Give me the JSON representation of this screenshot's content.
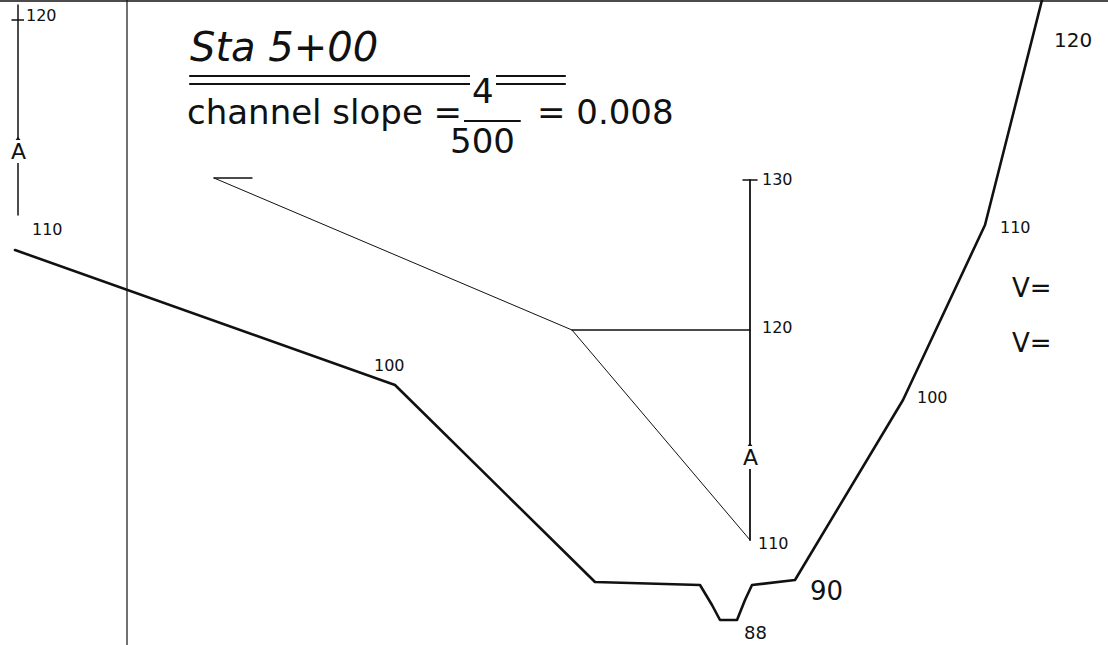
{
  "diagram": {
    "title": "Sta 5+00",
    "labels": [
      "120",
      "A",
      "110",
      "channel slope =",
      "4",
      "500",
      "= 0.008",
      "130",
      "120",
      "A",
      "110",
      "100",
      "120",
      "110",
      "V=",
      "V=",
      "100",
      "90",
      "88"
    ]
  }
}
